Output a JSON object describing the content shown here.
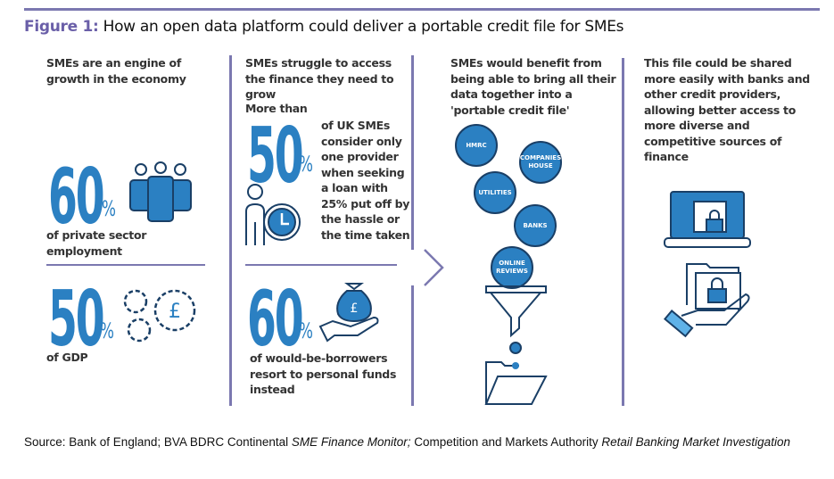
{
  "figure": {
    "label": "Figure 1:",
    "title": "How an open data platform could deliver a portable credit file for SMEs"
  },
  "col1": {
    "heading": "SMEs are an engine of growth in the economy",
    "stat1": {
      "value": "60",
      "unit": "%",
      "caption": "of private sector employment"
    },
    "stat2": {
      "value": "50",
      "unit": "%",
      "caption": "of GDP"
    }
  },
  "col2": {
    "heading": "SMEs struggle to access the finance they need to grow",
    "prefix": "More than",
    "stat1": {
      "value": "50",
      "unit": "%",
      "caption": "of UK SMEs consider only one provider when seeking a loan with 25% put off by the hassle or the time taken"
    },
    "stat2": {
      "value": "60",
      "unit": "%",
      "caption": "of would-be-borrowers resort to personal funds instead"
    }
  },
  "col3": {
    "heading": "SMEs would benefit from being able to bring all their data together into a 'portable credit file'",
    "bubbles": [
      "HMRC",
      "COMPANIES HOUSE",
      "UTILITIES",
      "BANKS",
      "ONLINE REVIEWS"
    ]
  },
  "col4": {
    "heading": "This file could be shared more easily with banks and other credit providers, allowing better access to more diverse and competitive sources of finance"
  },
  "source": {
    "prefix": "Source: Bank of England; BVA BDRC Continental ",
    "title1": "SME Finance Monitor;",
    "middle": " Competition and Markets Authority ",
    "title2": "Retail Banking Market Investigation"
  },
  "colors": {
    "blue": "#2b80c2",
    "navy": "#1a3f66",
    "purple": "#7b78b0"
  }
}
